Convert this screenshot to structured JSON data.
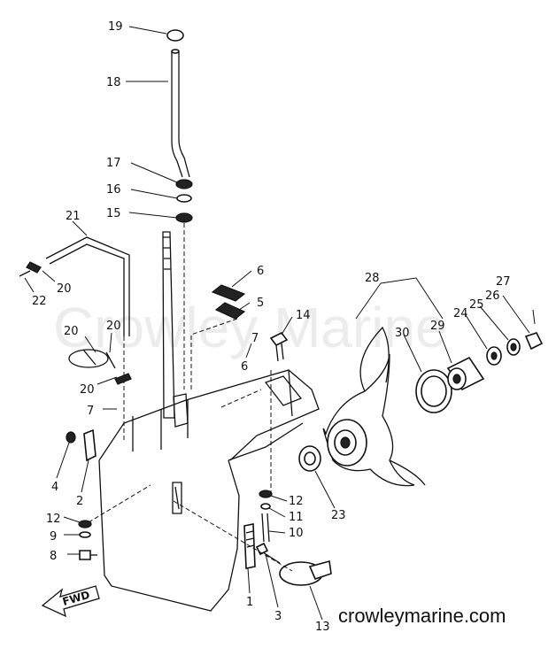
{
  "watermark": "Crowley Marine",
  "website": "crowleymarine.com",
  "fwd_label": "FWD",
  "callouts": [
    "19",
    "18",
    "17",
    "16",
    "15",
    "21",
    "20",
    "22",
    "6",
    "5",
    "14",
    "7",
    "6",
    "20",
    "20",
    "20",
    "7",
    "4",
    "2",
    "12",
    "9",
    "8",
    "1",
    "3",
    "13",
    "12",
    "11",
    "10",
    "23",
    "28",
    "30",
    "29",
    "24",
    "25",
    "26",
    "27"
  ],
  "icons": {
    "fwd_arrow": "fwd-arrow-icon"
  }
}
